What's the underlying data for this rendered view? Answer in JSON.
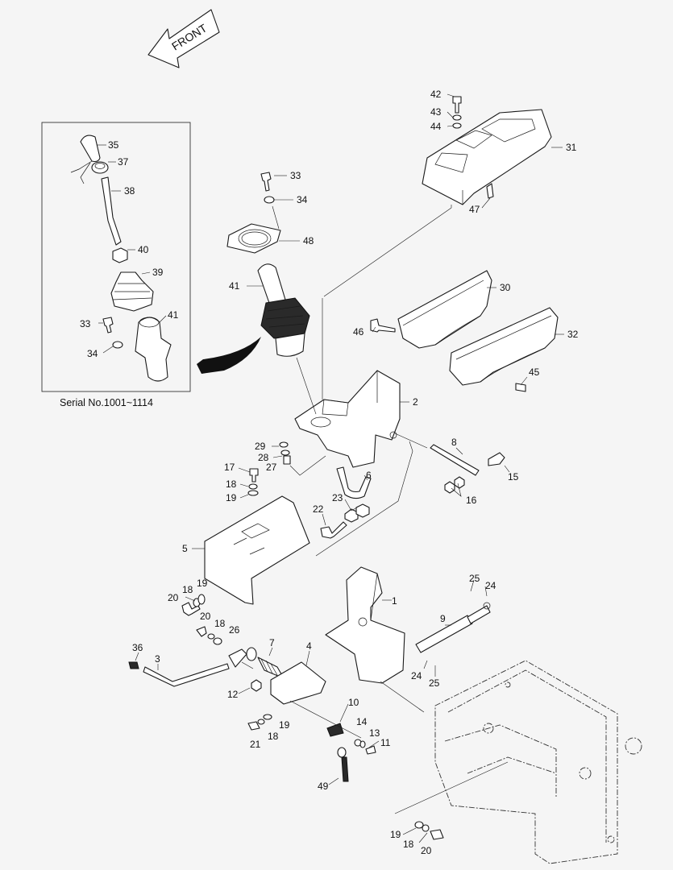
{
  "front_arrow": {
    "label": "FRONT"
  },
  "inset": {
    "serial_caption": "Serial No.1001~1114"
  },
  "callouts": [
    "35",
    "37",
    "38",
    "40",
    "39",
    "33",
    "41",
    "34",
    "33",
    "34",
    "48",
    "41",
    "42",
    "43",
    "44",
    "31",
    "47",
    "30",
    "46",
    "32",
    "45",
    "2",
    "29",
    "28",
    "27",
    "17",
    "18",
    "19",
    "8",
    "15",
    "16",
    "6",
    "23",
    "22",
    "5",
    "18",
    "19",
    "20",
    "1",
    "25",
    "24",
    "9",
    "24",
    "25",
    "20",
    "18",
    "26",
    "36",
    "3",
    "7",
    "4",
    "12",
    "19",
    "18",
    "21",
    "10",
    "14",
    "13",
    "11",
    "49",
    "19",
    "18",
    "20"
  ]
}
